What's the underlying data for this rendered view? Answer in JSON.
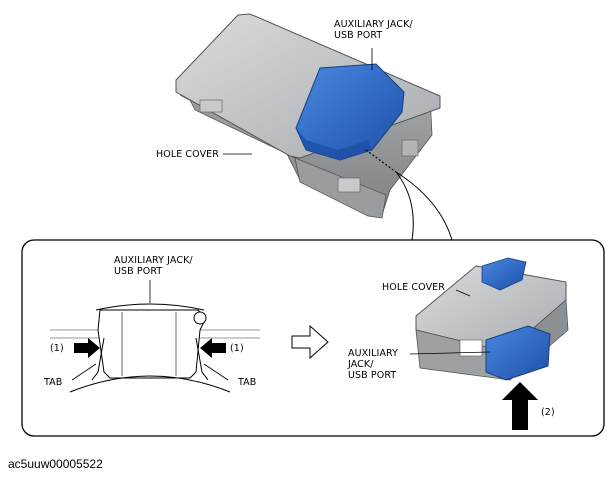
{
  "top_view": {
    "label_aux_jack": "AUXILIARY JACK/\nUSB PORT",
    "label_hole_cover": "HOLE COVER"
  },
  "detail_left": {
    "label_aux_jack": "AUXILIARY JACK/\nUSB PORT",
    "label_step_1_left": "(1)",
    "label_step_1_right": "(1)",
    "label_tab_left": "TAB",
    "label_tab_right": "TAB"
  },
  "detail_right": {
    "label_hole_cover": "HOLE COVER",
    "label_aux_jack": "AUXILIARY\nJACK/\nUSB PORT",
    "label_step_2": "(2)"
  },
  "caption": "ac5uuw00005522",
  "colors": {
    "gray_body": "#b9bbbd",
    "gray_light": "#d6d8da",
    "gray_dark": "#8d9093",
    "blue_part": "#2f6fd0",
    "blue_dark": "#1d4fa8"
  }
}
